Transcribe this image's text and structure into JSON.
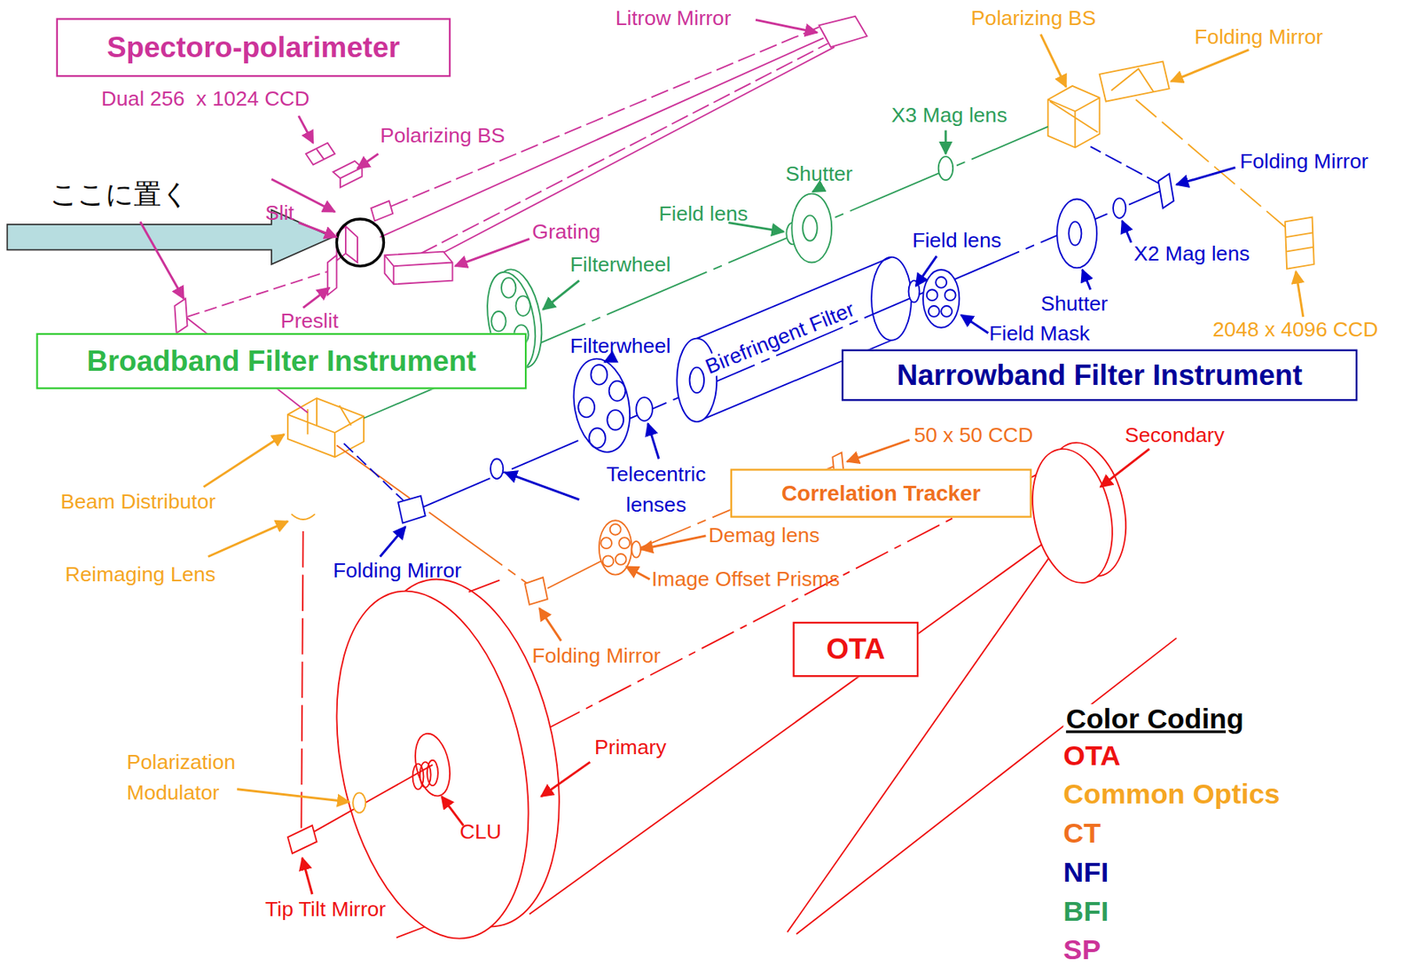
{
  "diagram": {
    "nodes": [
      {
        "text": [
          "Spectoro-polarimeter"
        ]
      },
      {
        "text": [
          "Broadband Filter Instrument"
        ]
      },
      {
        "text": [
          "Narrowband Filter Instrument"
        ]
      },
      {
        "text": [
          "Correlation Tracker"
        ]
      },
      {
        "text": [
          "OTA"
        ]
      }
    ],
    "labels": [
      "Litrow Mirror",
      "Polarizing BS",
      "Folding Mirror",
      "Dual 256  x 1024 CCD",
      "X3 Mag lens",
      "Polarizing BS",
      "Folding Mirror",
      "Shutter",
      "ここに置く",
      "Slit",
      "Field lens",
      "Grating",
      "Field lens",
      "X2 Mag lens",
      "Filterwheel",
      "Shutter",
      "Preslit",
      "Birefringent Filter",
      "2048 x 4096 CCD",
      "Filterwheel",
      "Field Mask",
      "50 x 50 CCD",
      "Secondary",
      "Telecentric lenses",
      "Beam Distributor",
      "Demag lens",
      "Reimaging Lens",
      "Folding Mirror",
      "Image Offset Prisms",
      "Folding Mirror",
      "Color Coding",
      "Primary",
      "Polarization Modulator",
      "CLU",
      "Tip Tilt Mirror"
    ],
    "legend": [
      {
        "text": "OTA",
        "color": "#ee1111"
      },
      {
        "text": "Common Optics",
        "color": "#f5a623"
      },
      {
        "text": "CT",
        "color": "#f07020"
      },
      {
        "text": "NFI",
        "color": "#000099"
      },
      {
        "text": "BFI",
        "color": "#2e9e5a"
      },
      {
        "text": "SP",
        "color": "#cc3399"
      }
    ]
  }
}
